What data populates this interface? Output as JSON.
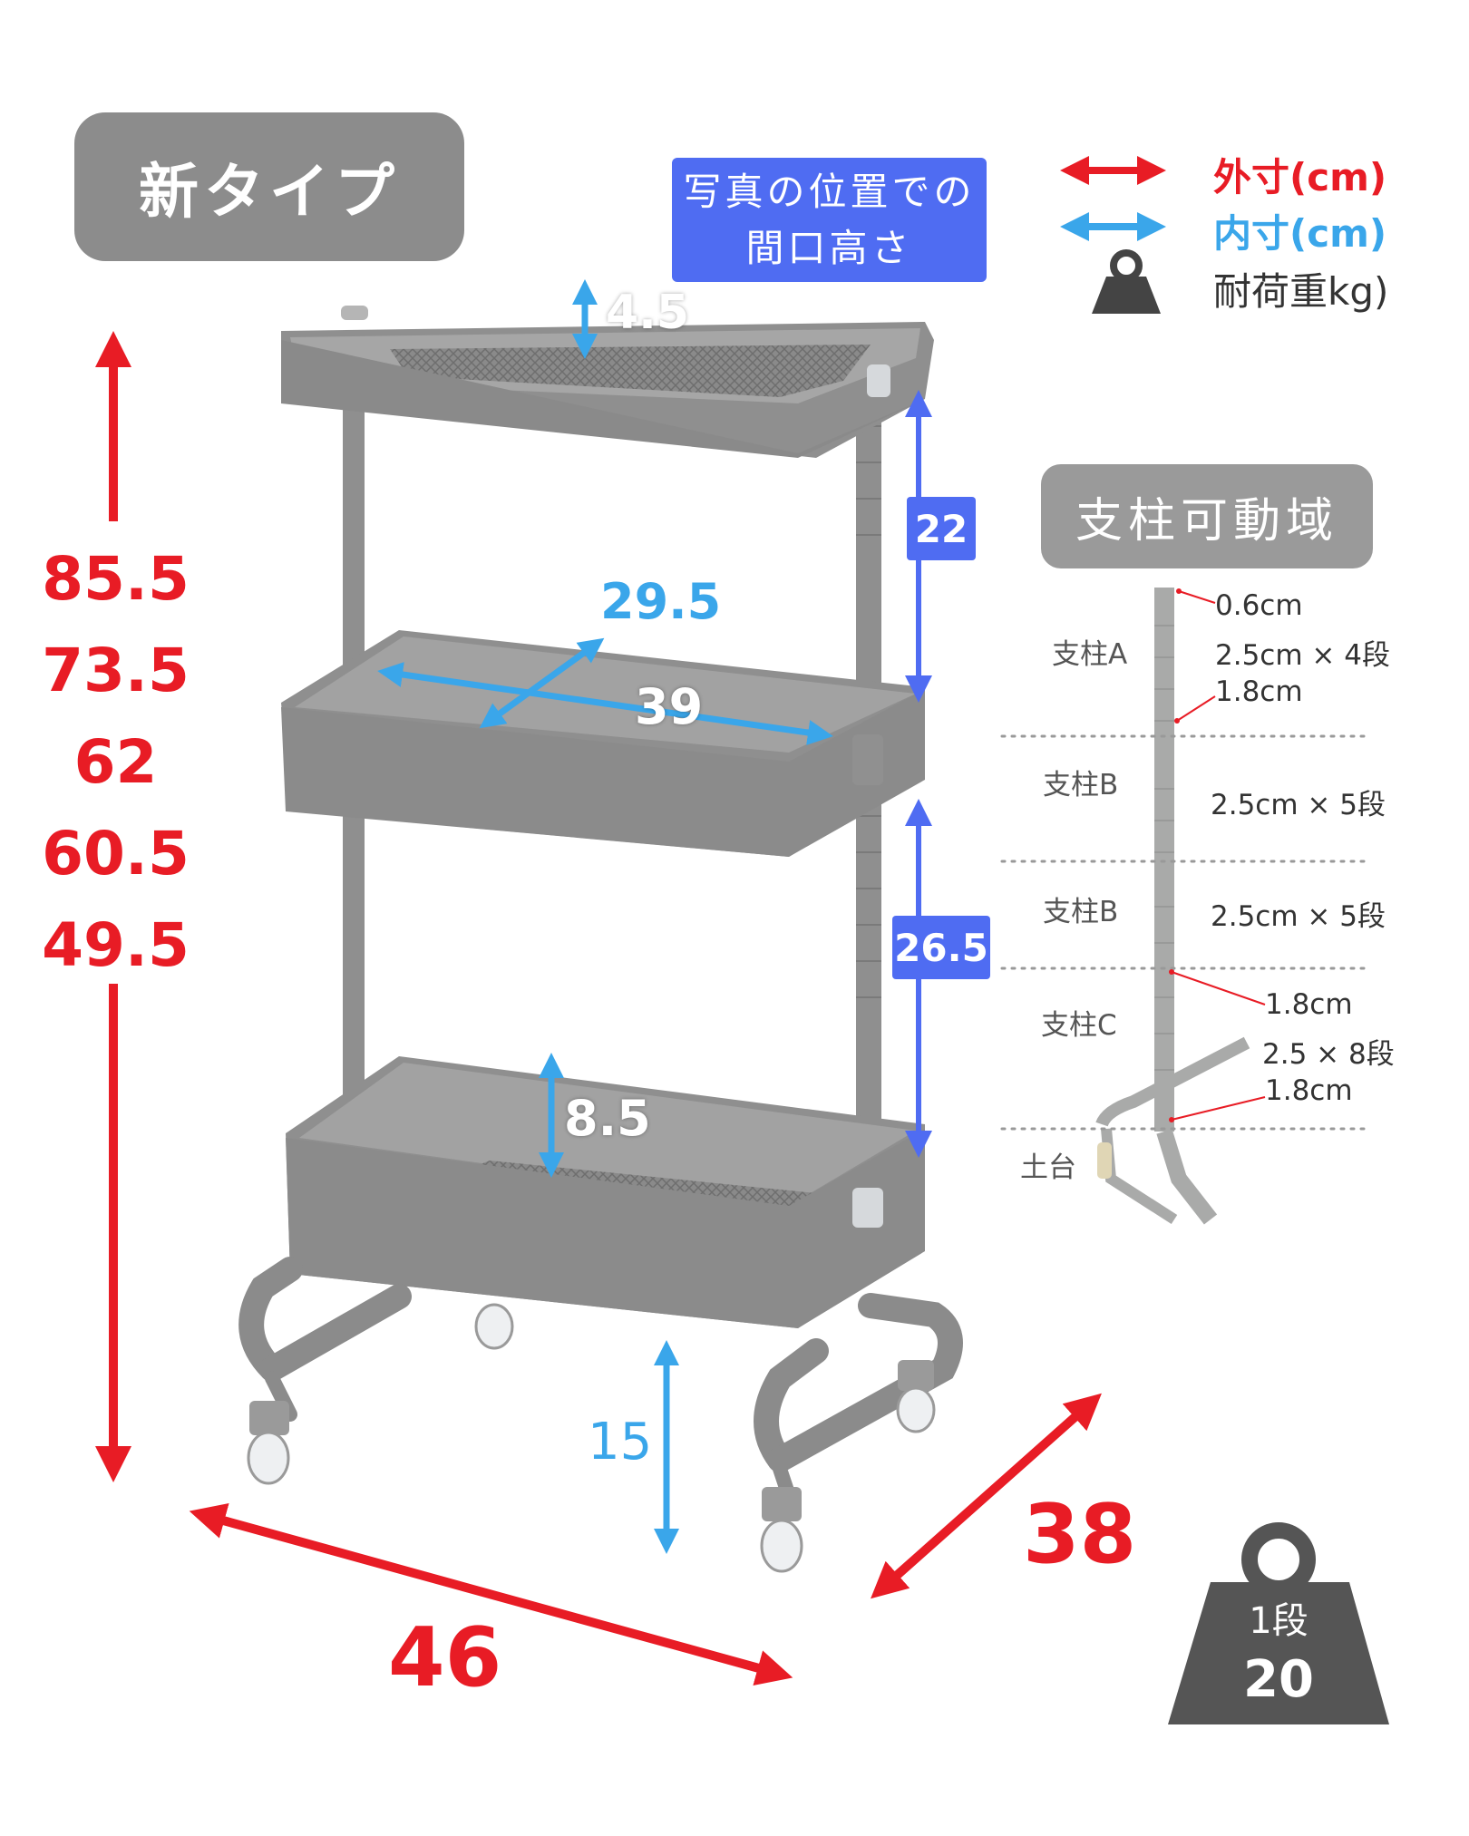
{
  "badges": {
    "type": "新タイプ",
    "opening_line1": "写真の位置での",
    "opening_line2": "間口高さ",
    "post_range": "支柱可動域"
  },
  "legend": {
    "outer": "外寸(cm)",
    "inner": "内寸(cm)",
    "load": "耐荷重kg)",
    "outer_color": "#e81c25",
    "inner_color": "#3aa6ea"
  },
  "outer_dimensions": {
    "heights": [
      "85.5",
      "73.5",
      "62",
      "60.5",
      "49.5"
    ],
    "width": "46",
    "depth": "38"
  },
  "inner_dimensions": {
    "top_basket_depth": "4.5",
    "basket_width": "39",
    "basket_depth": "29.5",
    "bottom_basket_depth": "8.5",
    "floor_clearance": "15"
  },
  "opening_heights": {
    "upper": "22",
    "lower": "26.5"
  },
  "post_diagram": {
    "segments": [
      "支柱A",
      "支柱B",
      "支柱B",
      "支柱C",
      "土台"
    ],
    "specs": {
      "a_top": "0.6cm",
      "a_steps": "2.5cm × 4段",
      "a_bottom": "1.8cm",
      "b1_steps": "2.5cm × 5段",
      "b2_steps": "2.5cm × 5段",
      "c_top": "1.8cm",
      "c_steps": "2.5 × 8段",
      "c_bottom": "1.8cm"
    }
  },
  "load": {
    "label": "1段",
    "value": "20"
  }
}
